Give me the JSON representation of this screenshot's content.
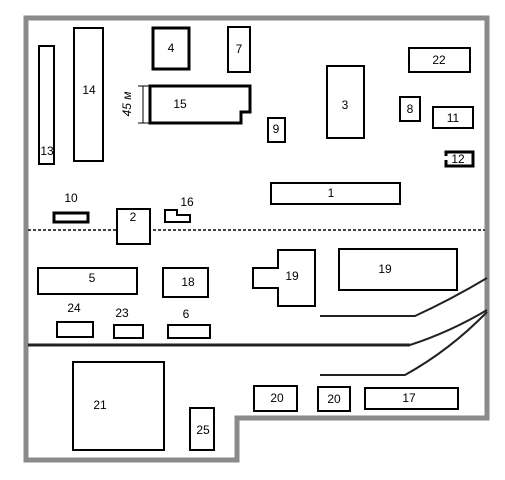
{
  "plan": {
    "border_color": "#8a8a8a",
    "dimension_label": "45 м",
    "buildings": [
      {
        "id": "b1",
        "label": "1"
      },
      {
        "id": "b2",
        "label": "2"
      },
      {
        "id": "b3",
        "label": "3"
      },
      {
        "id": "b4",
        "label": "4"
      },
      {
        "id": "b5",
        "label": "5"
      },
      {
        "id": "b6",
        "label": "6"
      },
      {
        "id": "b7",
        "label": "7"
      },
      {
        "id": "b8",
        "label": "8"
      },
      {
        "id": "b9",
        "label": "9"
      },
      {
        "id": "b10",
        "label": "10"
      },
      {
        "id": "b11",
        "label": "11"
      },
      {
        "id": "b12",
        "label": "12"
      },
      {
        "id": "b13",
        "label": "13"
      },
      {
        "id": "b14",
        "label": "14"
      },
      {
        "id": "b15",
        "label": "15"
      },
      {
        "id": "b16",
        "label": "16"
      },
      {
        "id": "b17",
        "label": "17"
      },
      {
        "id": "b18",
        "label": "18"
      },
      {
        "id": "b19a",
        "label": "19"
      },
      {
        "id": "b19b",
        "label": "19"
      },
      {
        "id": "b20a",
        "label": "20"
      },
      {
        "id": "b20b",
        "label": "20"
      },
      {
        "id": "b21",
        "label": "21"
      },
      {
        "id": "b22",
        "label": "22"
      },
      {
        "id": "b23",
        "label": "23"
      },
      {
        "id": "b24",
        "label": "24"
      },
      {
        "id": "b25",
        "label": "25"
      }
    ]
  }
}
